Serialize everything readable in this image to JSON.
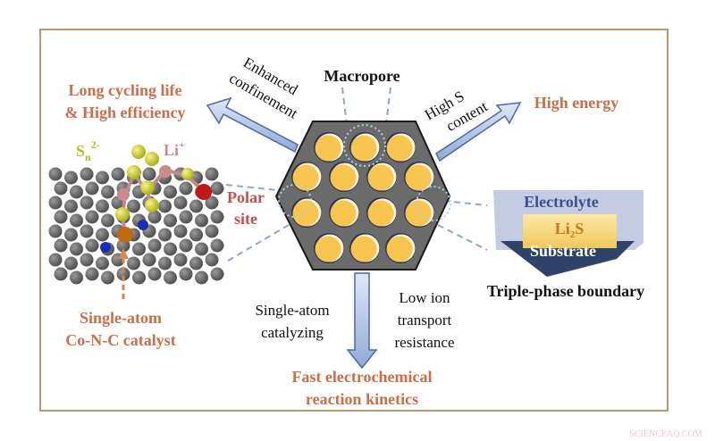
{
  "labels": {
    "macropore": "Macropore",
    "enhanced": "Enhanced",
    "confinement": "confinement",
    "high_s": "High S",
    "content": "content",
    "high_energy": "High energy",
    "long_cycling": "Long cycling life",
    "high_efficiency": "& High efficiency",
    "sn": "S",
    "sn_sub": "n",
    "sn_sup": "2-",
    "li": "Li",
    "li_sup": "+",
    "polar": "Polar",
    "site": "site",
    "single_atom": "Single-atom",
    "conc_catalyst": "Co-N-C catalyst",
    "sa_catalyzing_1": "Single-atom",
    "sa_catalyzing_2": "catalyzing",
    "low_ion": "Low ion",
    "transport": "transport",
    "resistance": "resistance",
    "fast_1": "Fast electrochemical",
    "fast_2": "reaction kinetics",
    "electrolyte": "Electrolyte",
    "li2s_li": "Li",
    "li2s_sub": "2",
    "li2s_s": "S",
    "substrate": "Substrate",
    "triple_phase": "Triple-phase boundary",
    "watermark": "SCIENCEAQ.COM"
  },
  "colors": {
    "frame": "#b99a6e",
    "outcome_text": "#c96f4a",
    "polar_text": "#c0504d",
    "electrolyte_text": "#3a4f8c",
    "li2s_text": "#c77a1a",
    "arrow_fill": "#aabfe0",
    "hexagon": "#6b6b6b",
    "pore": "#f7c550"
  }
}
